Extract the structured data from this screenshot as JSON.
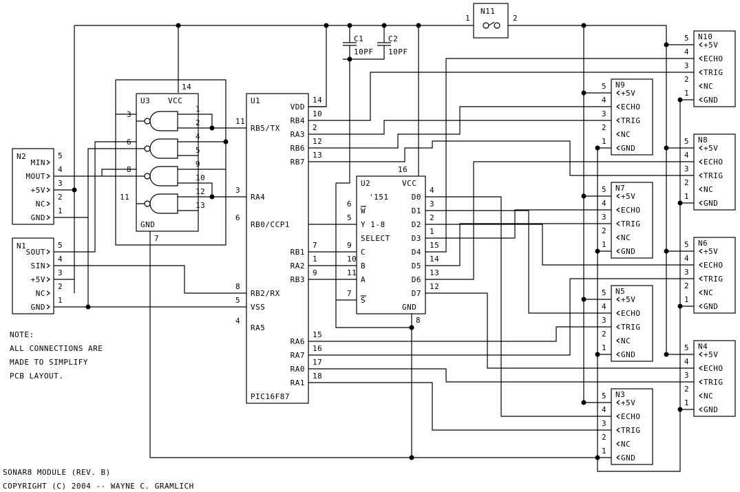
{
  "chips": {
    "u1": {
      "ref": "U1",
      "part": "PIC16F87",
      "left_pins": [
        {
          "num": "11",
          "name": "RB5/TX"
        },
        {
          "num": "3",
          "name": "RA4"
        },
        {
          "num": "6",
          "name": "RB0/CCP1"
        },
        {
          "num": "8",
          "name": "RB2/RX"
        },
        {
          "num": "5",
          "name": "VSS"
        },
        {
          "num": "4",
          "name": "RA5"
        }
      ],
      "right_pins": [
        {
          "num": "14",
          "name": "VDD"
        },
        {
          "num": "10",
          "name": "RB4"
        },
        {
          "num": "2",
          "name": "RA3"
        },
        {
          "num": "12",
          "name": "RB6"
        },
        {
          "num": "13",
          "name": "RB7"
        },
        {
          "num": "7",
          "name": "RB1"
        },
        {
          "num": "1",
          "name": "RA2"
        },
        {
          "num": "9",
          "name": "RB3"
        },
        {
          "num": "15",
          "name": "RA6"
        },
        {
          "num": "16",
          "name": "RA7"
        },
        {
          "num": "17",
          "name": "RA0"
        },
        {
          "num": "18",
          "name": "RA1"
        }
      ]
    },
    "u2": {
      "ref": "U2",
      "part": "'151",
      "vcc": "VCC",
      "vcc_pin": "16",
      "gnd": "GND",
      "gnd_pin": "8",
      "left_pins": [
        {
          "num": "6",
          "name": "W",
          "bar": true
        },
        {
          "num": "5",
          "name": "Y 1-8"
        },
        {
          "num": "",
          "name": "SELECT"
        },
        {
          "num": "9",
          "name": "C"
        },
        {
          "num": "10",
          "name": "B"
        },
        {
          "num": "11",
          "name": "A"
        },
        {
          "num": "7",
          "name": "S",
          "bar": true
        }
      ],
      "right_pins": [
        {
          "num": "4",
          "name": "D0"
        },
        {
          "num": "3",
          "name": "D1"
        },
        {
          "num": "2",
          "name": "D2"
        },
        {
          "num": "1",
          "name": "D3"
        },
        {
          "num": "15",
          "name": "D4"
        },
        {
          "num": "14",
          "name": "D5"
        },
        {
          "num": "13",
          "name": "D6"
        },
        {
          "num": "12",
          "name": "D7"
        }
      ]
    },
    "u3": {
      "ref": "U3",
      "vcc": "VCC",
      "vcc_pin": "14",
      "gnd": "GND",
      "gnd_pin": "7",
      "in_pins": [
        "1",
        "2",
        "4",
        "5",
        "9",
        "10",
        "12",
        "13"
      ],
      "out_pins": [
        "3",
        "6",
        "8",
        "11"
      ]
    }
  },
  "connectors": {
    "n2": {
      "ref": "N2",
      "pins": [
        {
          "num": "5",
          "name": "MIN"
        },
        {
          "num": "4",
          "name": "MOUT"
        },
        {
          "num": "3",
          "name": "+5V"
        },
        {
          "num": "2",
          "name": "NC"
        },
        {
          "num": "1",
          "name": "GND"
        }
      ]
    },
    "n1": {
      "ref": "N1",
      "pins": [
        {
          "num": "5",
          "name": "SOUT"
        },
        {
          "num": "4",
          "name": "SIN"
        },
        {
          "num": "3",
          "name": "+5V"
        },
        {
          "num": "2",
          "name": "NC"
        },
        {
          "num": "1",
          "name": "GND"
        }
      ]
    },
    "sonar": [
      {
        "ref": "N10",
        "pins": [
          {
            "num": "5",
            "name": "+5V"
          },
          {
            "num": "4",
            "name": "ECHO"
          },
          {
            "num": "3",
            "name": "TRIG"
          },
          {
            "num": "2",
            "name": "NC"
          },
          {
            "num": "1",
            "name": "GND"
          }
        ]
      },
      {
        "ref": "N9",
        "pins": [
          {
            "num": "5",
            "name": "+5V"
          },
          {
            "num": "4",
            "name": "ECHO"
          },
          {
            "num": "3",
            "name": "TRIG"
          },
          {
            "num": "2",
            "name": "NC"
          },
          {
            "num": "1",
            "name": "GND"
          }
        ]
      },
      {
        "ref": "N8",
        "pins": [
          {
            "num": "5",
            "name": "+5V"
          },
          {
            "num": "4",
            "name": "ECHO"
          },
          {
            "num": "3",
            "name": "TRIG"
          },
          {
            "num": "2",
            "name": "NC"
          },
          {
            "num": "1",
            "name": "GND"
          }
        ]
      },
      {
        "ref": "N7",
        "pins": [
          {
            "num": "5",
            "name": "+5V"
          },
          {
            "num": "4",
            "name": "ECHO"
          },
          {
            "num": "3",
            "name": "TRIG"
          },
          {
            "num": "2",
            "name": "NC"
          },
          {
            "num": "1",
            "name": "GND"
          }
        ]
      },
      {
        "ref": "N6",
        "pins": [
          {
            "num": "5",
            "name": "+5V"
          },
          {
            "num": "4",
            "name": "ECHO"
          },
          {
            "num": "3",
            "name": "TRIG"
          },
          {
            "num": "2",
            "name": "NC"
          },
          {
            "num": "1",
            "name": "GND"
          }
        ]
      },
      {
        "ref": "N5",
        "pins": [
          {
            "num": "5",
            "name": "+5V"
          },
          {
            "num": "4",
            "name": "ECHO"
          },
          {
            "num": "3",
            "name": "TRIG"
          },
          {
            "num": "2",
            "name": "NC"
          },
          {
            "num": "1",
            "name": "GND"
          }
        ]
      },
      {
        "ref": "N4",
        "pins": [
          {
            "num": "5",
            "name": "+5V"
          },
          {
            "num": "4",
            "name": "ECHO"
          },
          {
            "num": "3",
            "name": "TRIG"
          },
          {
            "num": "2",
            "name": "NC"
          },
          {
            "num": "1",
            "name": "GND"
          }
        ]
      },
      {
        "ref": "N3",
        "pins": [
          {
            "num": "5",
            "name": "+5V"
          },
          {
            "num": "4",
            "name": "ECHO"
          },
          {
            "num": "3",
            "name": "TRIG"
          },
          {
            "num": "2",
            "name": "NC"
          },
          {
            "num": "1",
            "name": "GND"
          }
        ]
      }
    ],
    "n11": {
      "ref": "N11",
      "pin1": "1",
      "pin2": "2"
    }
  },
  "capacitors": [
    {
      "ref": "C1",
      "value": "10PF"
    },
    {
      "ref": "C2",
      "value": "10PF"
    }
  ],
  "note": [
    "NOTE:",
    "ALL CONNECTIONS ARE",
    "MADE TO SIMPLIFY",
    "PCB LAYOUT."
  ],
  "footer": {
    "title": "SONAR8 MODULE (REV. B)",
    "copyright": "COPYRIGHT (C) 2004 -- WAYNE C. GRAMLICH"
  }
}
